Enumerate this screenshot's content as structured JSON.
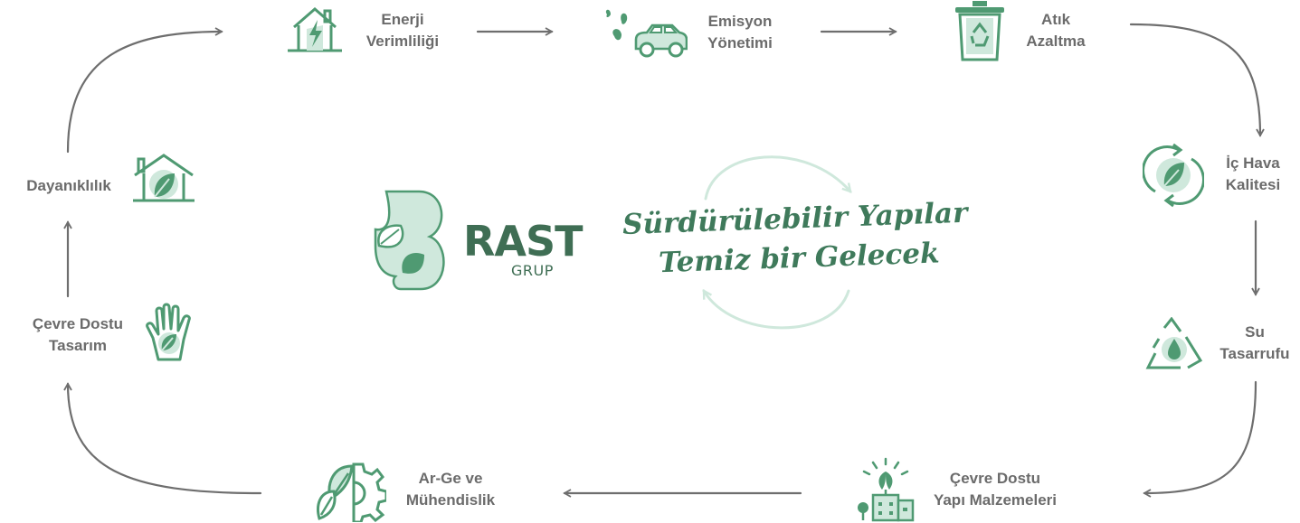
{
  "colors": {
    "accent": "#4f9a72",
    "accent_light": "#cfe8dc",
    "arrow": "#6e6e6e",
    "label": "#6b6b6b",
    "brand": "#3f6e54"
  },
  "brand": {
    "name": "RAST",
    "sub": "GRUP"
  },
  "tagline": {
    "line1": "Sürdürülebilir Yapılar",
    "line2": "Temiz bir Gelecek"
  },
  "steps": {
    "enerji": {
      "line1": "Enerji",
      "line2": "Verimliliği",
      "icon": "house-lightning-icon"
    },
    "emisyon": {
      "line1": "Emisyon",
      "line2": "Yönetimi",
      "icon": "car-leaf-icon"
    },
    "atik": {
      "line1": "Atık",
      "line2": "Azaltma",
      "icon": "recycle-bin-icon"
    },
    "ic_hava": {
      "line1": "İç Hava",
      "line2": "Kalitesi",
      "icon": "leaf-cycle-icon"
    },
    "su": {
      "line1": "Su",
      "line2": "Tasarrufu",
      "icon": "water-drop-recycle-icon"
    },
    "malzeme": {
      "line1": "Çevre Dostu",
      "line2": "Yapı Malzemeleri",
      "icon": "eco-building-icon"
    },
    "arge": {
      "line1": "Ar-Ge ve",
      "line2": "Mühendislik",
      "icon": "leaf-gear-icon"
    },
    "tasarim": {
      "line1": "Çevre Dostu",
      "line2": "Tasarım",
      "icon": "hand-leaf-icon"
    },
    "dayaniklilik": {
      "line1": "Dayanıklılık",
      "icon": "house-leaf-icon"
    }
  }
}
